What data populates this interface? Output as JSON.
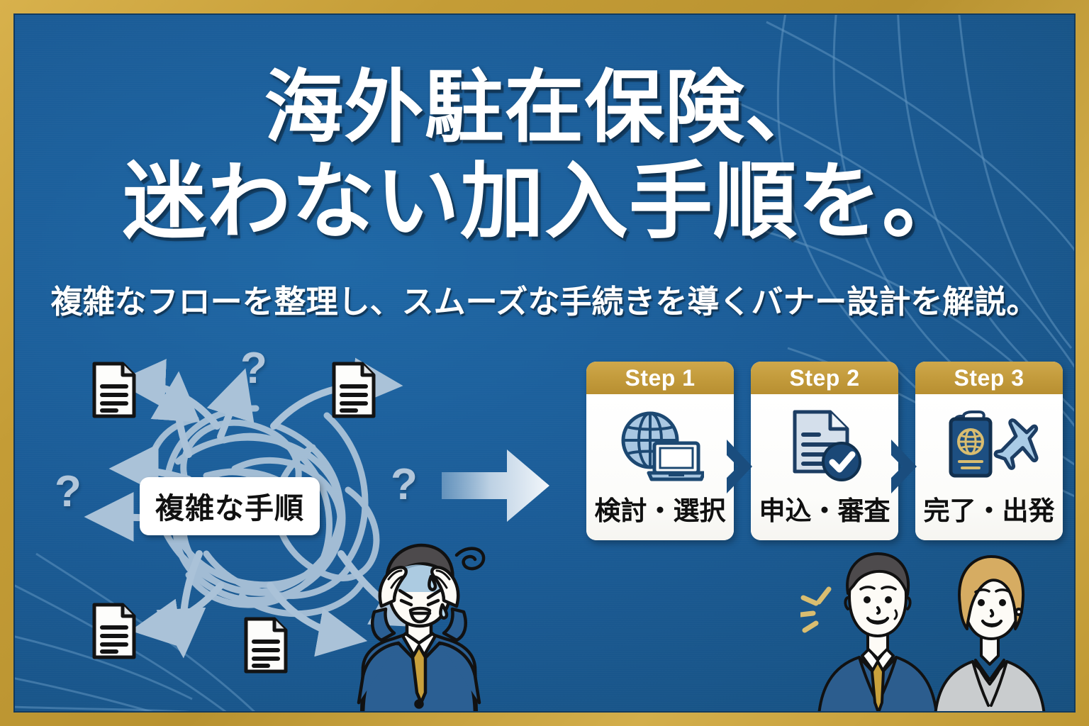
{
  "banner": {
    "title_line_1": "海外駐在保険、",
    "title_line_2": "迷わない加入手順を。",
    "subtitle": "複雑なフローを整理し、スムーズな手続きを導くバナー設計を解説。",
    "colors": {
      "frame_gold": "#c49c36",
      "background_blue": "#1b5c97",
      "card_header_gold": "#c29a3b",
      "chevron_blue": "#1a4d7e",
      "accent_white": "#ffffff",
      "tangle_line": "#9fb9d2"
    }
  },
  "chaos": {
    "label": "複雑な手順",
    "question_marks": [
      "?",
      "?",
      "?"
    ],
    "documents": [
      {
        "name": "document-top-left"
      },
      {
        "name": "document-top-right"
      },
      {
        "name": "document-bottom-left"
      },
      {
        "name": "document-bottom-center"
      }
    ],
    "person": {
      "name": "worried-businessman",
      "state": "stressed"
    }
  },
  "transition": {
    "arrow": "right-arrow"
  },
  "steps": [
    {
      "head": "Step 1",
      "label": "検討・選択",
      "icon": "globe-laptop-icon"
    },
    {
      "head": "Step 2",
      "label": "申込・審査",
      "icon": "document-check-icon"
    },
    {
      "head": "Step 3",
      "label": "完了・出発",
      "icon": "passport-airplane-icon"
    }
  ],
  "people": {
    "man": {
      "name": "smiling-businessman",
      "suit": "navy",
      "tie": "gold"
    },
    "woman": {
      "name": "smiling-businesswoman",
      "suit": "gray",
      "hair": "blonde"
    }
  }
}
